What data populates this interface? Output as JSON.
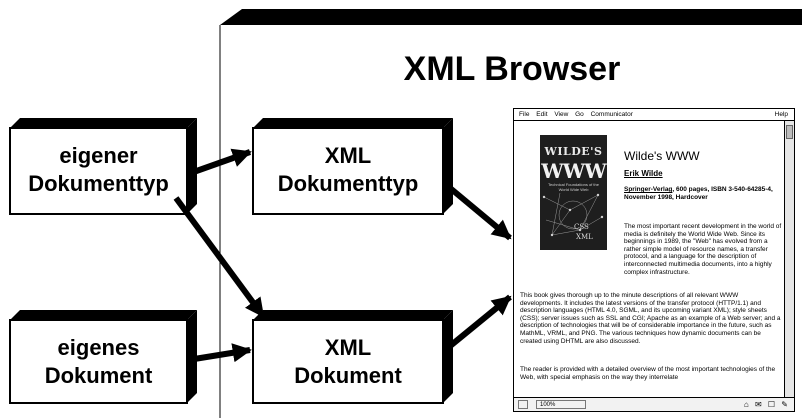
{
  "title": "XML Browser",
  "boxes": {
    "own_doctype": [
      "eigener",
      "Dokumenttyp"
    ],
    "xml_doctype": [
      "XML",
      "Dokumenttyp"
    ],
    "own_doc": [
      "eigenes",
      "Dokument"
    ],
    "xml_doc": [
      "XML",
      "Dokument"
    ]
  },
  "browser": {
    "menu": [
      "File",
      "Edit",
      "View",
      "Go",
      "Communicator"
    ],
    "help": "Help",
    "cover": {
      "title": "WILDE'S",
      "www": "WWW",
      "subtitle": "Technical Foundations of the World Wide Web",
      "css": "CSS",
      "xml": "XML"
    },
    "book_title": "Wilde's WWW",
    "author": "Erik Wilde",
    "publisher": "Springer-Verlag",
    "pub_details": ", 600 pages, ISBN 3-540-64285-4, November 1998, Hardcover",
    "paragraphs": [
      "The most important recent development in the world of media is definitely the World Wide Web. Since its beginnings in 1989, the \"Web\" has evolved from a rather simple model of resource names, a transfer protocol, and a language for the description of interconnected multimedia documents, into a highly complex infrastructure.",
      "This book gives thorough up to the minute descriptions of all relevant WWW developments. It includes the latest versions of the transfer protocol (HTTP/1.1) and description languages (HTML 4.0, SGML, and its upcoming variant XML); style sheets (CSS); server issues such as SSL and CGI; Apache as an example of a Web server; and a description of technologies that will be of considerable importance in the future, such as MathML, VRML, and PNG. The various techniques how dynamic documents can be created using DHTML are also discussed.",
      "The reader is provided with a detailed overview of the most important technologies of the Web, with special emphasis on the way they interrelate"
    ],
    "status_percent": "100%"
  }
}
